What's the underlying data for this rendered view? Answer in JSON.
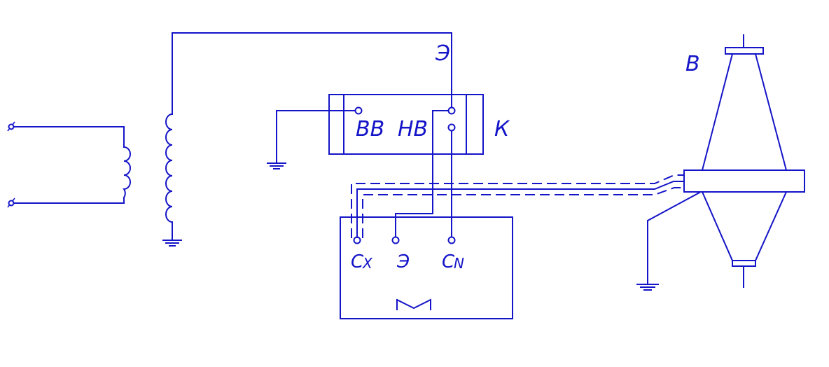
{
  "diagram": {
    "line_color": "#1414c8",
    "background": "#ffffff",
    "labels": {
      "transformer_top": "Э",
      "bridge_vv": "ВВ",
      "bridge_nv": "НВ",
      "switch": "К",
      "object": "В",
      "cx_main": "С",
      "cx_sub": "X",
      "meter_e": "Э",
      "cn_main": "С",
      "cn_sub": "N"
    }
  }
}
